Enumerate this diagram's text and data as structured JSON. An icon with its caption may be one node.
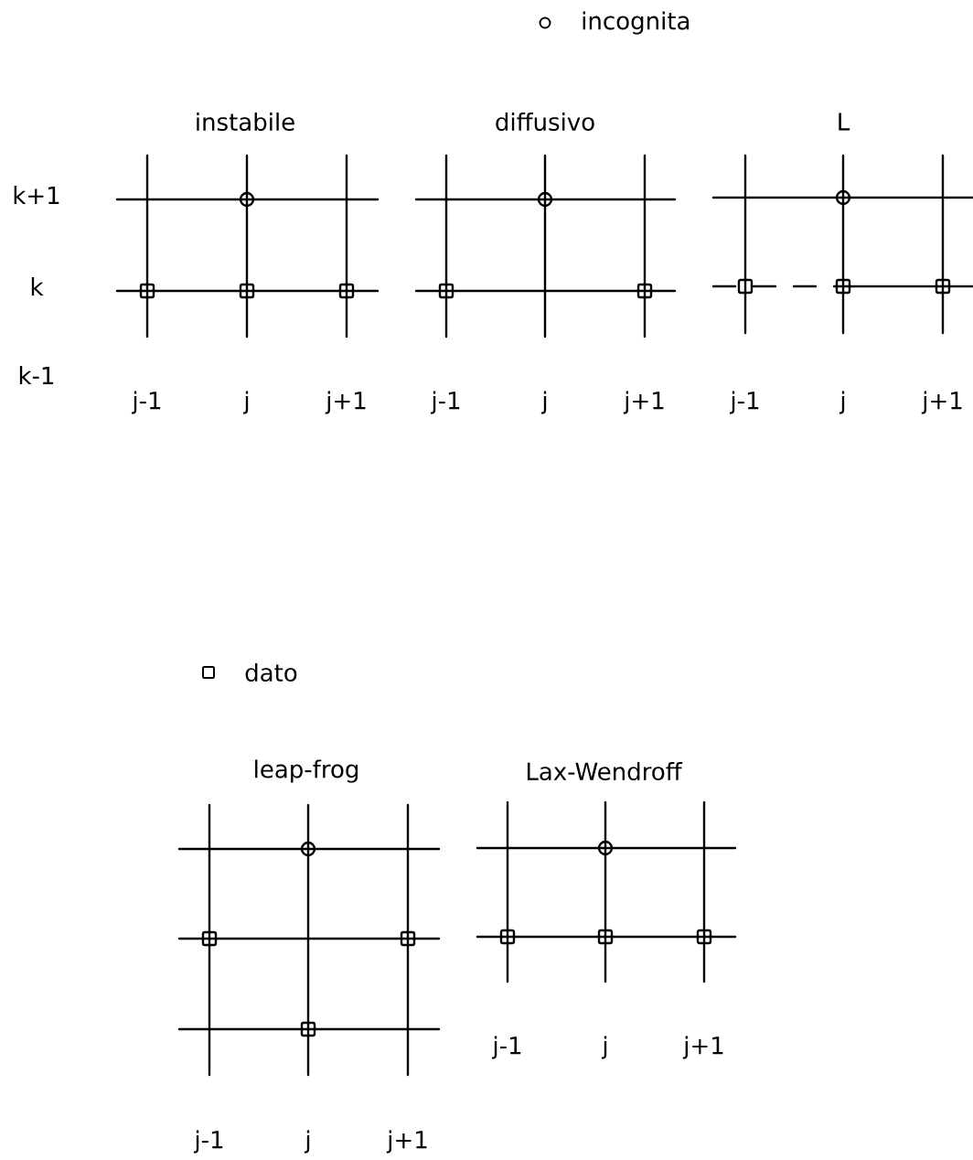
{
  "diagram": {
    "labels": [
      "instabile",
      "diffusivo",
      "L",
      "k+1",
      "k",
      "k-1",
      "j-1",
      "j",
      "j+1",
      "j-1",
      "j",
      "j+1",
      "j-1",
      "j",
      "j+1",
      "leap-frog",
      "Lax-Wendroff",
      "j-1",
      "j",
      "j+1",
      "j-1",
      "j",
      "j+1"
    ],
    "legend": [
      {
        "text": "incognita"
      },
      {
        "text": "dato"
      }
    ]
  }
}
